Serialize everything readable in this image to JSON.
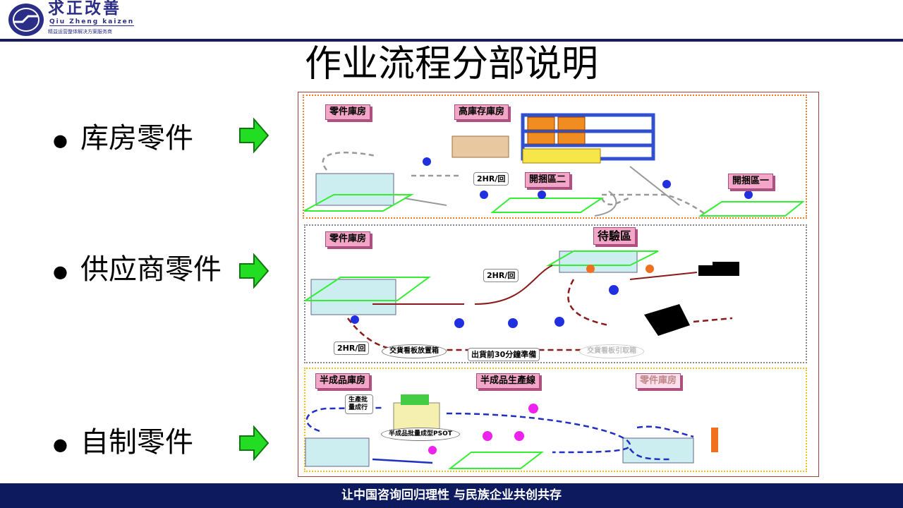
{
  "logo": {
    "cn": "求正改善",
    "en": "Qiu Zheng kaizen",
    "tagline": "精益运营整体解决方案服务商"
  },
  "title": "作业流程分部说明",
  "bullets": [
    {
      "label": "库房零件"
    },
    {
      "label": "供应商零件"
    },
    {
      "label": "自制零件"
    }
  ],
  "figure": {
    "top": {
      "labels": [
        "零件庫房",
        "高庫存庫房",
        "開捆區二",
        "開捆區一"
      ],
      "tag": "2HR/回"
    },
    "middle": {
      "labels": [
        "零件庫房",
        "待驗區"
      ],
      "tags": [
        "2HR/回",
        "2HR/回",
        "出貨前30分鐘準備"
      ],
      "ovals": [
        "交貨看板放置箱",
        "交貨看板引取箱"
      ]
    },
    "bottom": {
      "labels": [
        "半成品庫房",
        "半成品生產線",
        "零件庫房"
      ],
      "tag": "生產批量成行",
      "oval": "半成品批量成型PSOT"
    }
  },
  "footer": "让中国咨询回归理性  与民族企业共创共存",
  "colors": {
    "navy": "#0d1b5e",
    "arrow_green": "#22dd22",
    "label_pink": "#f4a6c8"
  }
}
